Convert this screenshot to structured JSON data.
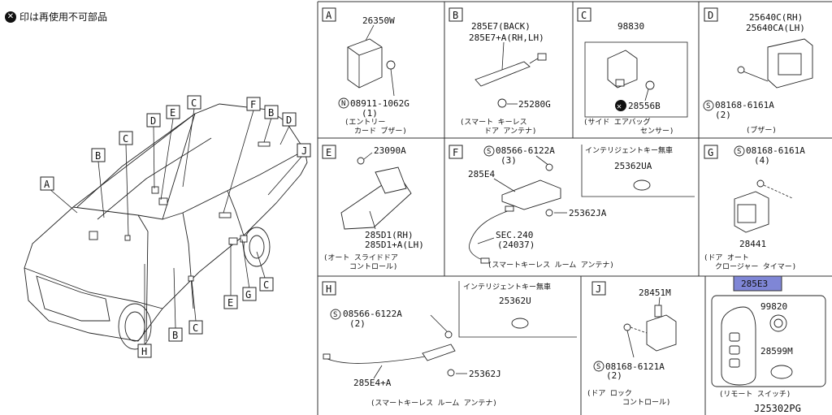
{
  "legend_note": "印は再使用不可部品",
  "icons": {
    "no_reuse": "x-circle-icon"
  },
  "colors": {
    "highlight": "#7f86d6",
    "line": "#222222"
  },
  "vehicle_callouts": [
    "A",
    "B",
    "C",
    "D",
    "E",
    "C",
    "F",
    "B",
    "D",
    "J",
    "H",
    "B",
    "C",
    "E",
    "G",
    "C"
  ],
  "panels": {
    "A": {
      "letter": "A",
      "part": "26350W",
      "bolt": "08911-1062G",
      "qty": "(1)",
      "caption1": "(エントリー",
      "caption2": "カード ブザー)"
    },
    "B": {
      "letter": "B",
      "part1": "285E7(BACK)",
      "part2": "285E7+A(RH,LH)",
      "bolt": "25280G",
      "caption1": "(スマート キーレス",
      "caption2": "ドア アンテナ)"
    },
    "C": {
      "letter": "C",
      "part": "98830",
      "nut": "28556B",
      "caption1": "(サイド エアバッグ",
      "caption2": "センサー)"
    },
    "D": {
      "letter": "D",
      "part1": "25640C(RH)",
      "part2": "25640CA(LH)",
      "bolt": "08168-6161A",
      "qty": "(2)",
      "caption": "(ブザー)"
    },
    "E": {
      "letter": "E",
      "bolt": "23090A",
      "part1": "285D1(RH)",
      "part2": "285D1+A(LH)",
      "caption1": "(オート スライドドア",
      "caption2": "コントロール)"
    },
    "F": {
      "letter": "F",
      "bolt": "08566-6122A",
      "qty": "(3)",
      "part": "285E4",
      "nut": "25362JA",
      "sec1": "SEC.240",
      "sec2": "(24037)",
      "inset_title": "インテリジェントキー無車",
      "inset_part": "25362UA",
      "caption": "(スマートキーレス ルーム アンテナ)"
    },
    "G": {
      "letter": "G",
      "bolt": "08168-6161A",
      "qty": "(4)",
      "part": "28441",
      "caption1": "(ドア オート",
      "caption2": "クロージャー タイマー)"
    },
    "H": {
      "letter": "H",
      "bolt": "08566-6122A",
      "qty": "(2)",
      "part": "285E4+A",
      "nut": "25362J",
      "inset_title": "インテリジェントキー無車",
      "inset_part": "25362U",
      "caption": "(スマートキーレス ルーム アンテナ)"
    },
    "J": {
      "letter": "J",
      "part": "28451M",
      "bolt": "08168-6121A",
      "qty": "(2)",
      "caption1": "(ドア ロック",
      "caption2": "コントロール)"
    },
    "K": {
      "header": "285E3",
      "part1": "99820",
      "part2": "28599M",
      "caption": "(リモート スイッチ)"
    }
  },
  "diagram_id": "J25302PG"
}
